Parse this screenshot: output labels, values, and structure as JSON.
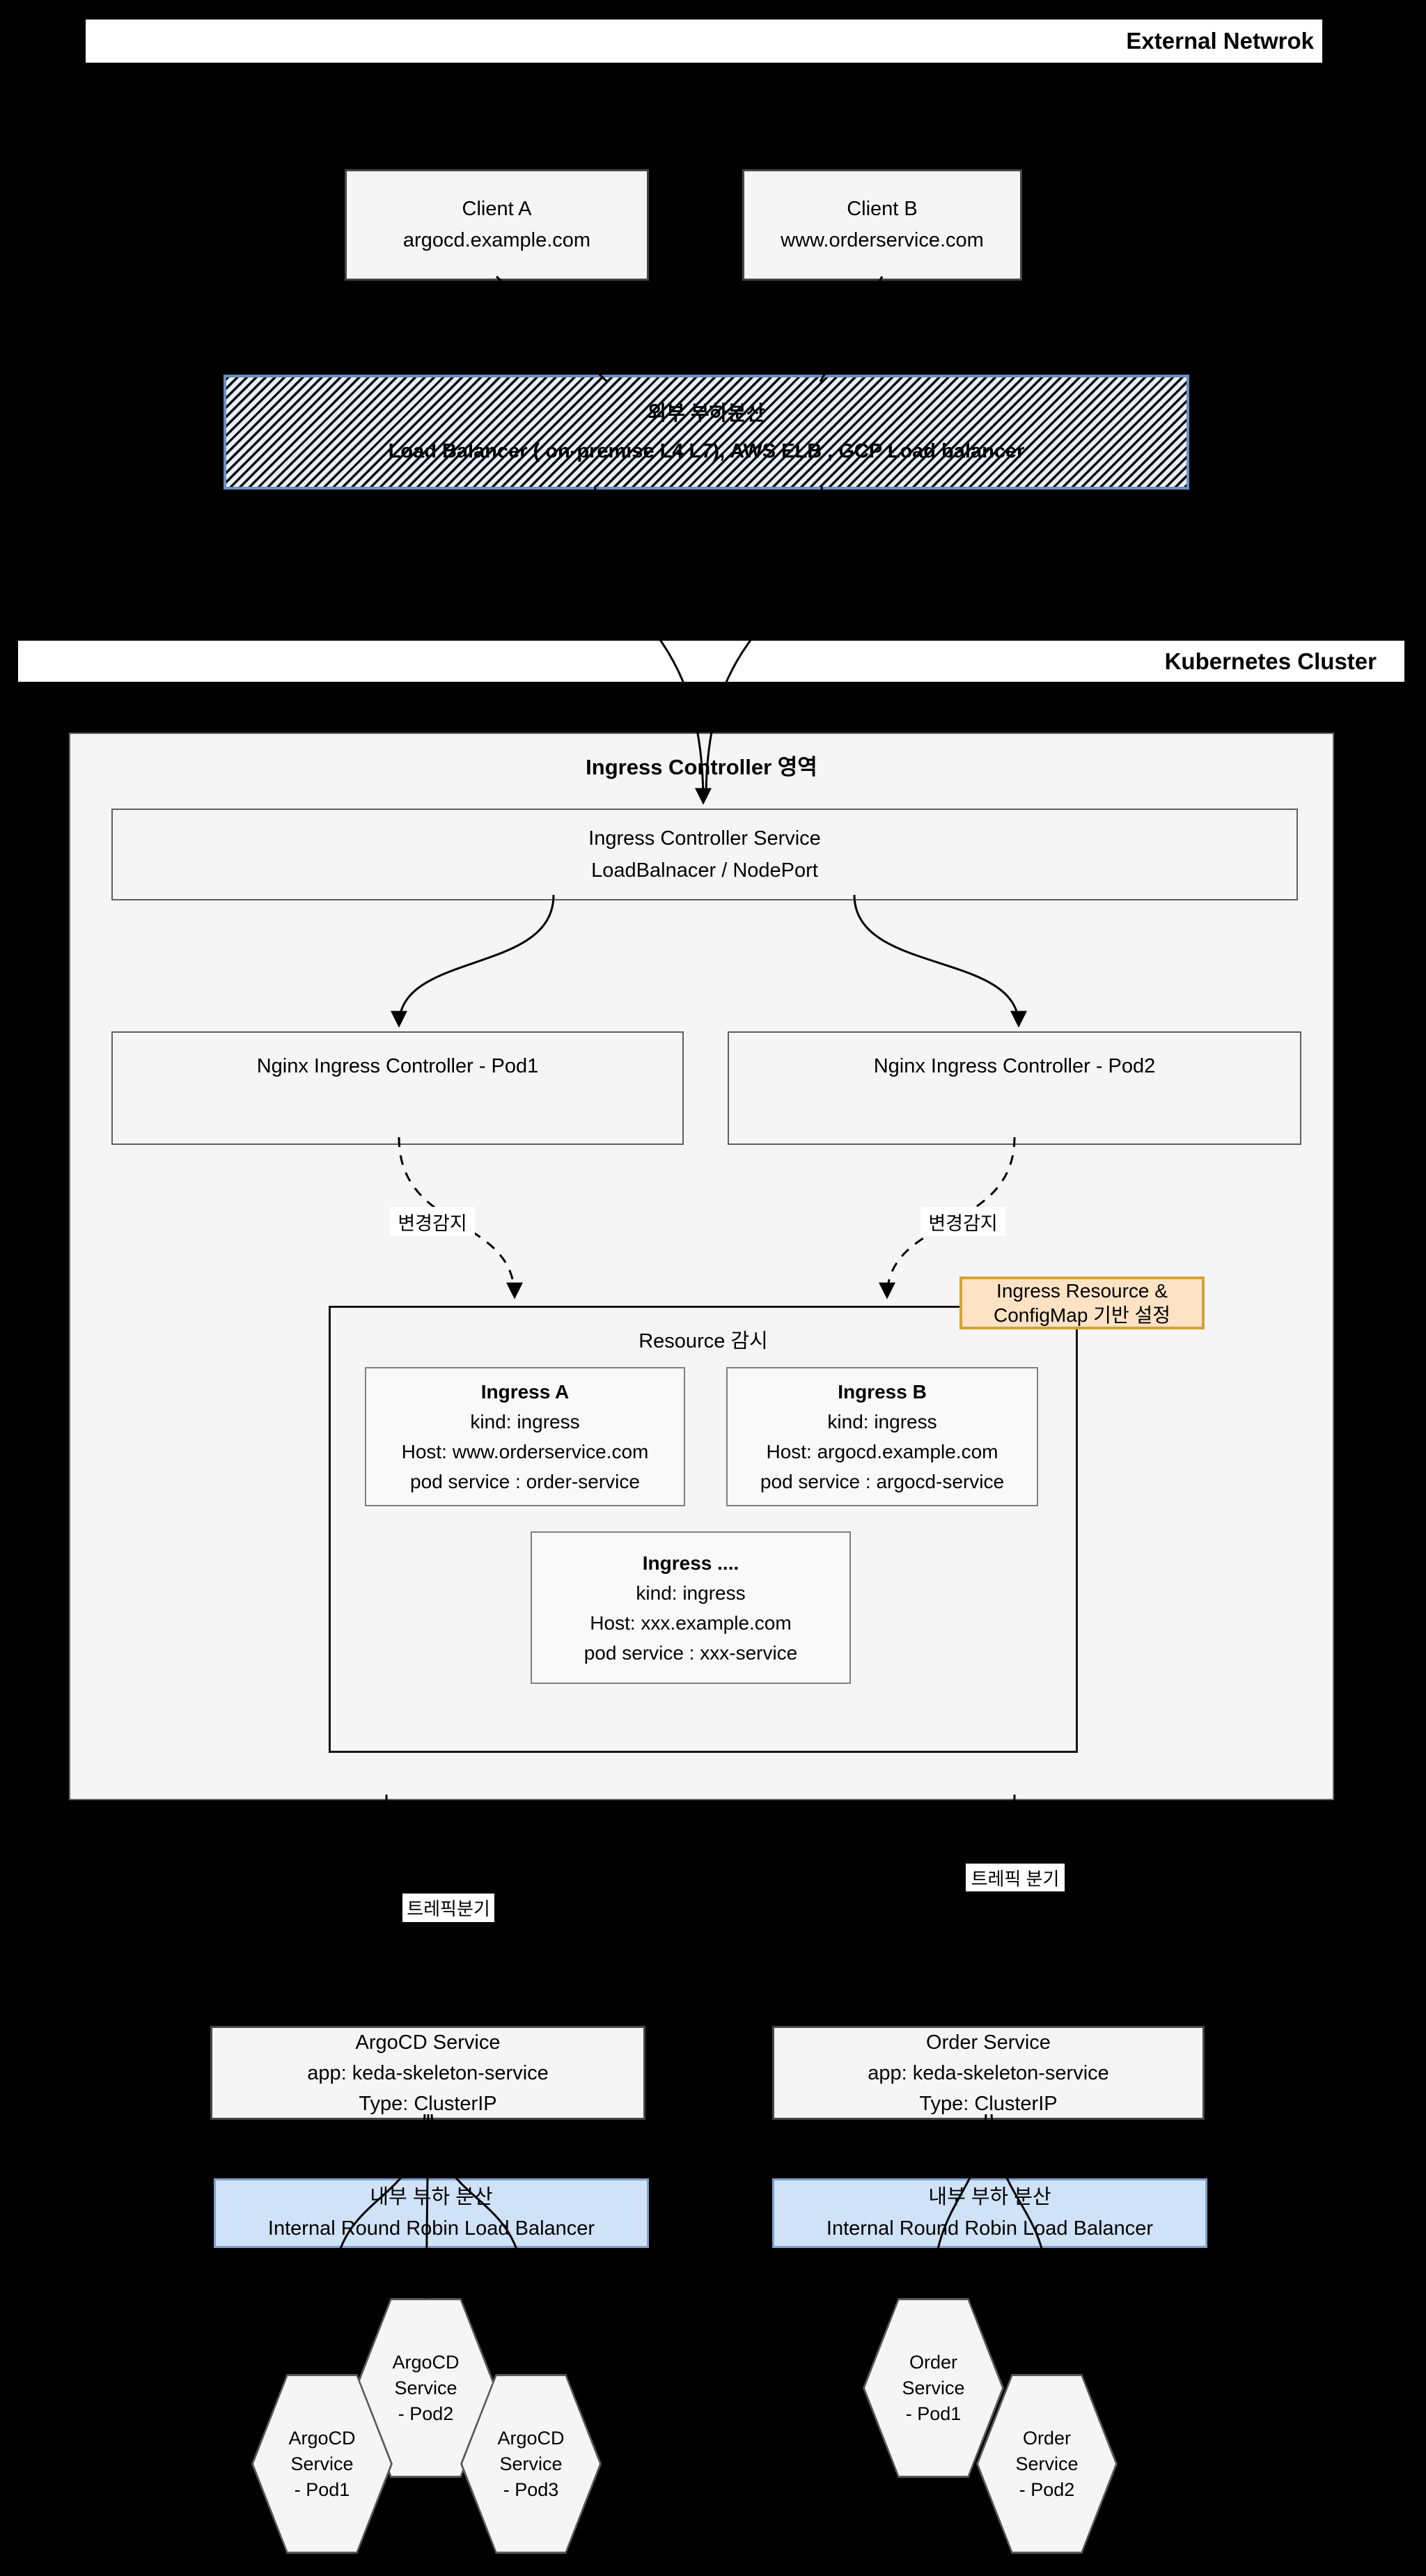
{
  "external_network": {
    "label": "External Netwrok"
  },
  "clients": [
    {
      "title": "Client A",
      "host": "argocd.example.com"
    },
    {
      "title": "Client B",
      "host": "www.orderservice.com"
    }
  ],
  "external_lb": {
    "line1": "외부 부하분산",
    "line2": "Load Balancer ( on-premise L4 L7), AWS ELB , GCP Load balancer"
  },
  "k8s": {
    "label": "Kubernetes Cluster"
  },
  "ingress_area": {
    "title": "Ingress Controller 영역",
    "service_box": {
      "line1": "Ingress Controller Service",
      "line2": "LoadBalnacer / NodePort"
    },
    "pods": [
      "Nginx Ingress Controller - Pod1",
      "Nginx Ingress Controller - Pod2"
    ],
    "watch_labels": [
      "변경감지",
      "변경감지"
    ],
    "resource_box": {
      "title": "Resource 감시",
      "ingresses": [
        {
          "title": "Ingress A",
          "kind": "kind: ingress",
          "host": "Host: www.orderservice.com",
          "svc": "pod service : order-service"
        },
        {
          "title": "Ingress B",
          "kind": "kind: ingress",
          "host": "Host: argocd.example.com",
          "svc": "pod service : argocd-service"
        },
        {
          "title": "Ingress ....",
          "kind": "kind: ingress",
          "host": "Host: xxx.example.com",
          "svc": "pod service : xxx-service"
        }
      ]
    },
    "note": {
      "line1": "Ingress Resource &",
      "line2": "ConfigMap 기반 설정"
    }
  },
  "traffic_labels": [
    "트레픽분기",
    "트레픽 분기"
  ],
  "services": [
    {
      "title": "ArgoCD Service",
      "app": "app: keda-skeleton-service",
      "type": "Type: ClusterIP"
    },
    {
      "title": "Order Service",
      "app": "app: keda-skeleton-service",
      "type": "Type: ClusterIP"
    }
  ],
  "internal_lbs": [
    {
      "line1": "내부 부하 분산",
      "line2": "Internal Round Robin  Load Balancer"
    },
    {
      "line1": "내부 부하 분산",
      "line2": "Internal Round Robin  Load Balancer"
    }
  ],
  "pod_hexagons": {
    "argocd": [
      {
        "lines": [
          "ArgoCD",
          "Service",
          "- Pod1"
        ]
      },
      {
        "lines": [
          "ArgoCD",
          "Service",
          "- Pod2"
        ]
      },
      {
        "lines": [
          "ArgoCD",
          "Service",
          "- Pod3"
        ]
      }
    ],
    "order": [
      {
        "lines": [
          "Order",
          "Service",
          "- Pod1"
        ]
      },
      {
        "lines": [
          "Order",
          "Service",
          "- Pod2"
        ]
      }
    ]
  },
  "colors": {
    "background": "#000000",
    "box_fill": "#f5f5f5",
    "external_lb_border": "#6c8ebf",
    "note_fill": "#fde3c3",
    "note_border": "#d5a138",
    "internal_lb_fill": "#cfe2f7",
    "internal_lb_border": "#7da0cd"
  }
}
